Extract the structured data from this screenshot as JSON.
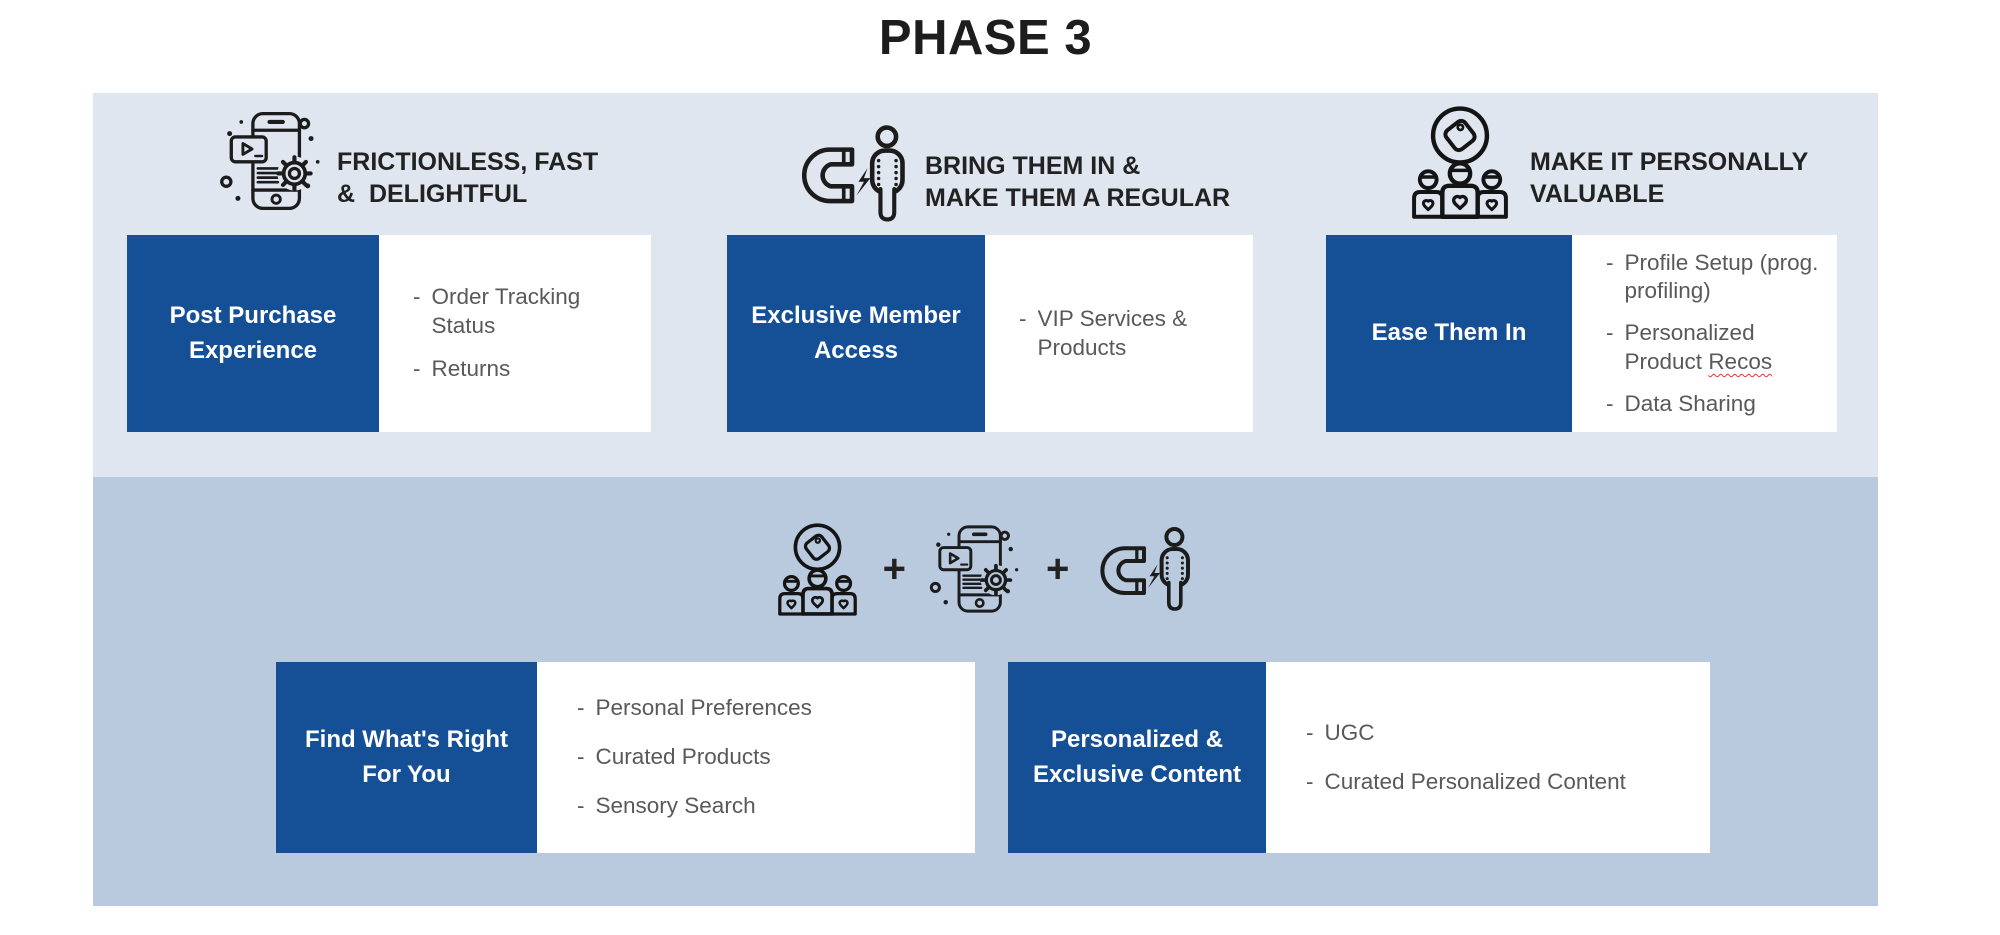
{
  "title": "PHASE 3",
  "colors": {
    "accent_blue": "#154F96",
    "top_band_bg": "#DFE6F0",
    "bottom_band_bg": "#B9C9DE",
    "card_bg": "#FFFFFF",
    "heading_text": "#222222",
    "bullet_text": "#595959",
    "spellcheck_underline": "#E0352B"
  },
  "top_band": {
    "columns": [
      {
        "icon": "mobile-app-gear-icon",
        "heading_line1": "FRICTIONLESS, FAST",
        "heading_line2": "&  DELIGHTFUL",
        "card": {
          "label": "Post Purchase Experience",
          "bullets": [
            "Order Tracking Status",
            "Returns"
          ]
        }
      },
      {
        "icon": "magnet-customer-icon",
        "heading_line1": "BRING THEM IN &",
        "heading_line2": "MAKE THEM A REGULAR",
        "card": {
          "label": "Exclusive Member Access",
          "bullets": [
            "VIP Services & Products"
          ]
        }
      },
      {
        "icon": "tagged-audience-icon",
        "heading_line1": "MAKE IT PERSONALLY",
        "heading_line2": "VALUABLE",
        "card": {
          "label": "Ease Them In",
          "bullets": [
            "Profile Setup (prog. profiling)",
            {
              "text": "Personalized Product",
              "spellcheck_word": "Recos"
            },
            "Data Sharing"
          ]
        }
      }
    ]
  },
  "bottom_band": {
    "formula": {
      "icons": [
        "tagged-audience-icon",
        "mobile-app-gear-icon",
        "magnet-customer-icon"
      ],
      "plus": "+"
    },
    "cards": [
      {
        "label": "Find What's Right For You",
        "bullets": [
          "Personal Preferences",
          "Curated Products",
          "Sensory Search"
        ]
      },
      {
        "label": "Personalized & Exclusive Content",
        "bullets": [
          "UGC",
          "Curated Personalized Content"
        ]
      }
    ]
  }
}
